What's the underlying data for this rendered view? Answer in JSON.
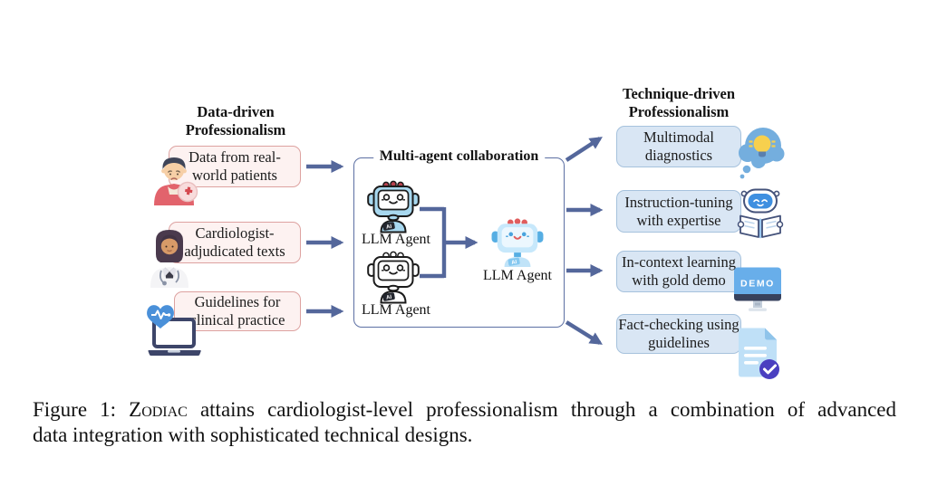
{
  "figure": {
    "left": {
      "header": "Data-driven\nProfessionalism",
      "boxes": [
        {
          "label": "Data from real-\nworld patients"
        },
        {
          "label": "Cardiologist-\nadjudicated texts"
        },
        {
          "label": "Guidelines for\nclinical practice"
        }
      ]
    },
    "center": {
      "title": "Multi-agent collaboration",
      "agents": [
        {
          "label": "LLM Agent",
          "badge": "AI"
        },
        {
          "label": "LLM Agent",
          "badge": "AI"
        },
        {
          "label": "LLM Agent",
          "badge": "AI"
        }
      ]
    },
    "right": {
      "header": "Technique-driven\nProfessionalism",
      "boxes": [
        {
          "label": "Multimodal\ndiagnostics"
        },
        {
          "label": "Instruction-tuning\nwith expertise"
        },
        {
          "label": "In-context learning\nwith gold demo"
        },
        {
          "label": "Fact-checking using\nguidelines"
        }
      ],
      "demo_text": "DEMO"
    }
  },
  "caption": {
    "line1_prefix": "Figure 1:  ",
    "line1_zodiac": "Zodiac",
    "line1_rest": " attains cardiologist-level professionalism through a combination of advanced",
    "line2": "data integration with sophisticated technical designs."
  },
  "colors": {
    "arrow": "#54679b",
    "pink_fill": "#fdf2f1",
    "pink_border": "#dda2a0",
    "blue_fill": "#d9e6f4",
    "blue_border": "#a6c2dd",
    "center_border": "#5c6fa3"
  }
}
